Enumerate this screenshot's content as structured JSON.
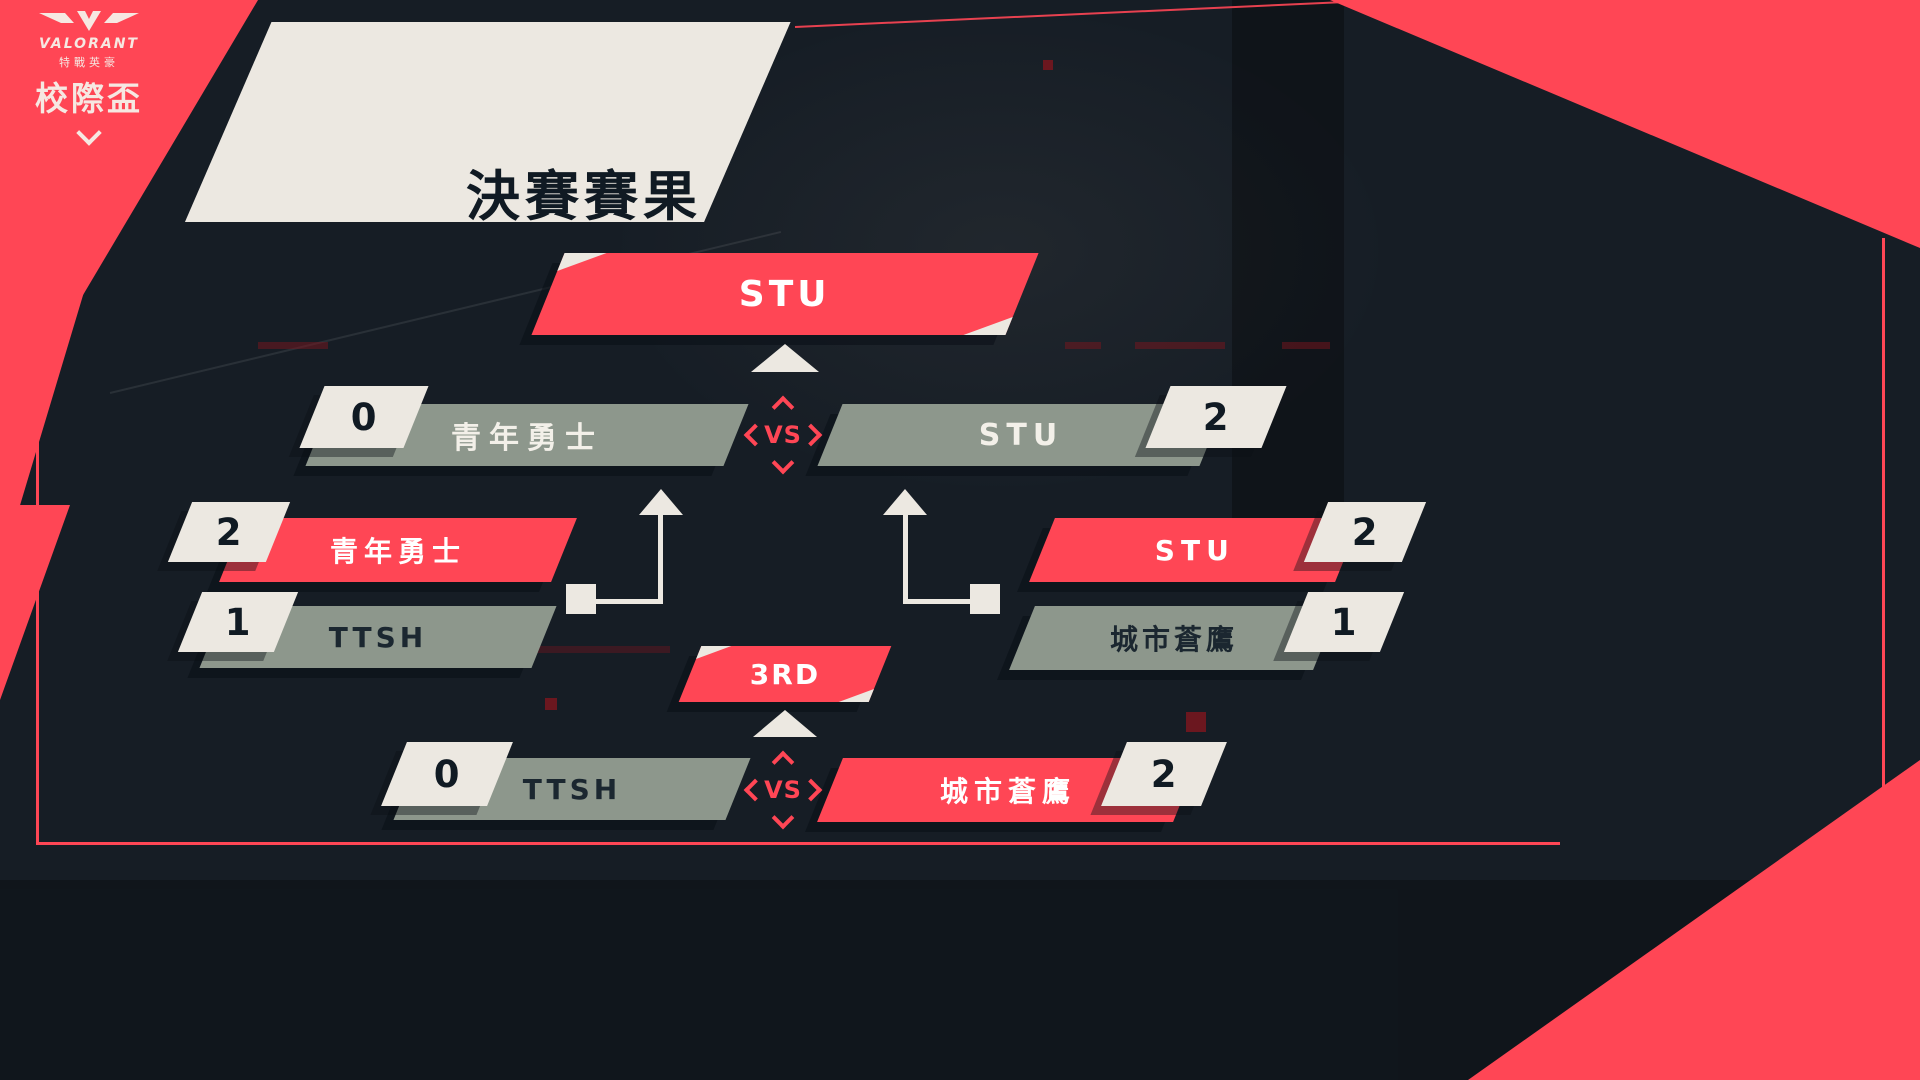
{
  "colors": {
    "accent_red": "#ff4655",
    "cream": "#ece8e1",
    "dark_navy": "#0f1923",
    "sage_gray": "#8d978c"
  },
  "logo": {
    "wordmark": "VALORANT",
    "subtitle": "特戰英豪",
    "title": "校際盃"
  },
  "page_title": "決賽賽果",
  "bracket": {
    "champion": {
      "name": "STU"
    },
    "final": {
      "vs": "VS",
      "left": {
        "name": "青年勇士",
        "score": "0"
      },
      "right": {
        "name": "STU",
        "score": "2"
      }
    },
    "semifinals": {
      "left": {
        "winner": {
          "name": "青年勇士",
          "score": "2"
        },
        "loser": {
          "name": "TTSH",
          "score": "1"
        }
      },
      "right": {
        "winner": {
          "name": "STU",
          "score": "2"
        },
        "loser": {
          "name": "城市蒼鷹",
          "score": "1"
        }
      }
    },
    "third_place": {
      "label": "3RD",
      "vs": "VS",
      "left": {
        "name": "TTSH",
        "score": "0"
      },
      "right": {
        "name": "城市蒼鷹",
        "score": "2"
      }
    }
  }
}
